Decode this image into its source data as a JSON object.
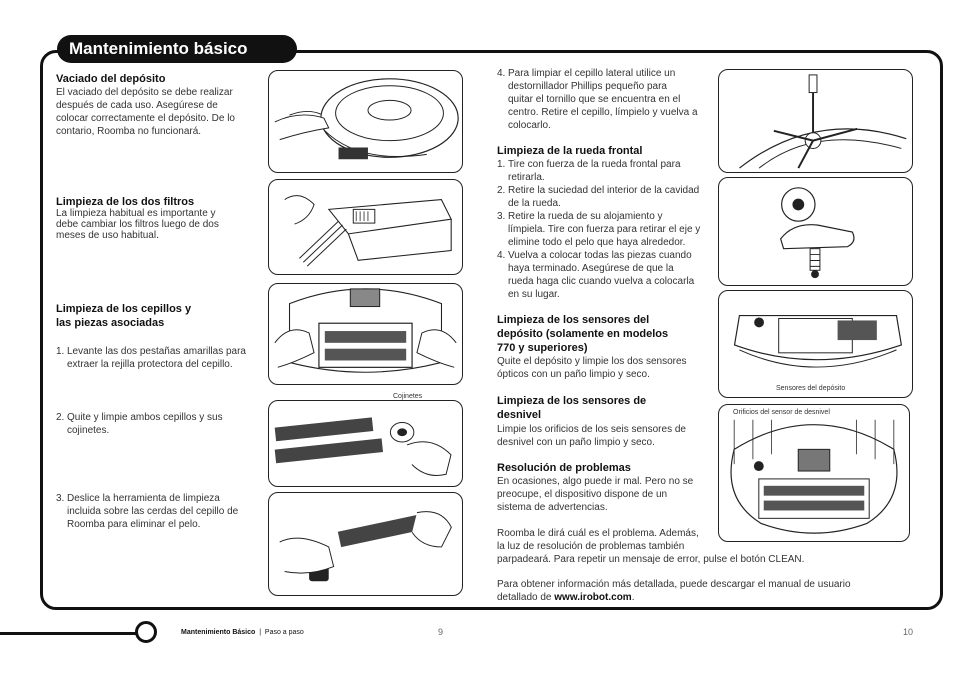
{
  "title": "Mantenimiento básico",
  "left": {
    "vaciado_heading": "Vaciado del depósito",
    "vaciado_text": [
      "El vaciado del depósito se debe realizar",
      "después de cada uso. Asegúrese de",
      "colocar correctamente el depósito. De lo",
      "contario, Roomba no funcionará."
    ],
    "filtros_heading": "Limpieza de los dos filtros",
    "filtros_text": [
      "La limpieza habitual es importante y",
      "debe cambiar los filtros luego de dos",
      "meses de uso habitual."
    ],
    "cepillos_heading": [
      "Limpieza de los cepillos y",
      "las piezas asociadas"
    ],
    "step1": {
      "n": "1.",
      "lines": [
        "Levante las dos pestañas amarillas para",
        "extraer la rejilla protectora del cepillo."
      ]
    },
    "step2": {
      "n": "2.",
      "lines": [
        "Quite y limpie ambos cepillos y sus",
        "cojinetes."
      ]
    },
    "step3": {
      "n": "3.",
      "lines": [
        "Deslice la herramienta de limpieza",
        "incluida sobre las cerdas del cepillo de",
        "Roomba para eliminar el pelo."
      ]
    },
    "cojinetes_caption": "Cojinetes"
  },
  "right": {
    "step4": {
      "n": "4.",
      "lines": [
        "Para limpiar el cepillo lateral utilice un",
        "destornillador Phillips pequeño para",
        "quitar el tornillo que se encuentra en el",
        "centro. Retire el cepillo, límpielo y vuelva a",
        "colocarlo."
      ]
    },
    "rueda_heading": "Limpieza de la rueda frontal",
    "rueda_steps": [
      {
        "n": "1.",
        "lines": [
          "Tire con fuerza de la rueda frontal para",
          "retirarla."
        ]
      },
      {
        "n": "2.",
        "lines": [
          "Retire la suciedad del interior de la cavidad",
          "de la rueda."
        ]
      },
      {
        "n": "3.",
        "lines": [
          "Retire la rueda de su alojamiento y",
          "límpiela. Tire con fuerza para retirar el eje y",
          "elimine todo el pelo que haya alrededor."
        ]
      },
      {
        "n": "4.",
        "lines": [
          "Vuelva a colocar todas las piezas cuando",
          "haya terminado. Asegúrese de que la",
          "rueda haga clic cuando vuelva a colocarla",
          "en su lugar."
        ]
      }
    ],
    "sensores_dep_heading": [
      "Limpieza de los sensores del",
      "depósito (solamente en modelos",
      "770 y superiores)"
    ],
    "sensores_dep_text": [
      "Quite el depósito y limpie los dos sensores",
      "ópticos con un paño limpio y seco."
    ],
    "sensores_des_heading": [
      "Limpieza de los sensores de",
      "desnivel"
    ],
    "sensores_des_text": [
      "Limpie los orificios de los seis sensores de",
      "desnivel con un paño limpio y seco."
    ],
    "resol_heading": "Resolución de problemas",
    "resol_text": [
      "En ocasiones, algo puede ir mal. Pero no se",
      "preocupe, el dispositivo dispone de un",
      "sistema de advertencias."
    ],
    "resol_text2": [
      "Roomba le dirá cuál es el problema. Además,",
      "la luz de resolución de problemas también",
      "parpadeará. Para repetir un mensaje de error, pulse el botón CLEAN."
    ],
    "more_info_prefix": "Para obtener información más detallada, puede descargar el manual de usuario",
    "more_info_line2": "detallado de ",
    "more_info_link": "www.irobot.com",
    "more_info_suffix": ".",
    "sensores_dep_caption": "Sensores del depósito",
    "orificios_caption": "Orificios del sensor de desnivel"
  },
  "footer": {
    "section": "Mantenimiento Básico",
    "separator": "|",
    "sub": "Paso a paso",
    "page_left": "9",
    "page_right": "10"
  }
}
